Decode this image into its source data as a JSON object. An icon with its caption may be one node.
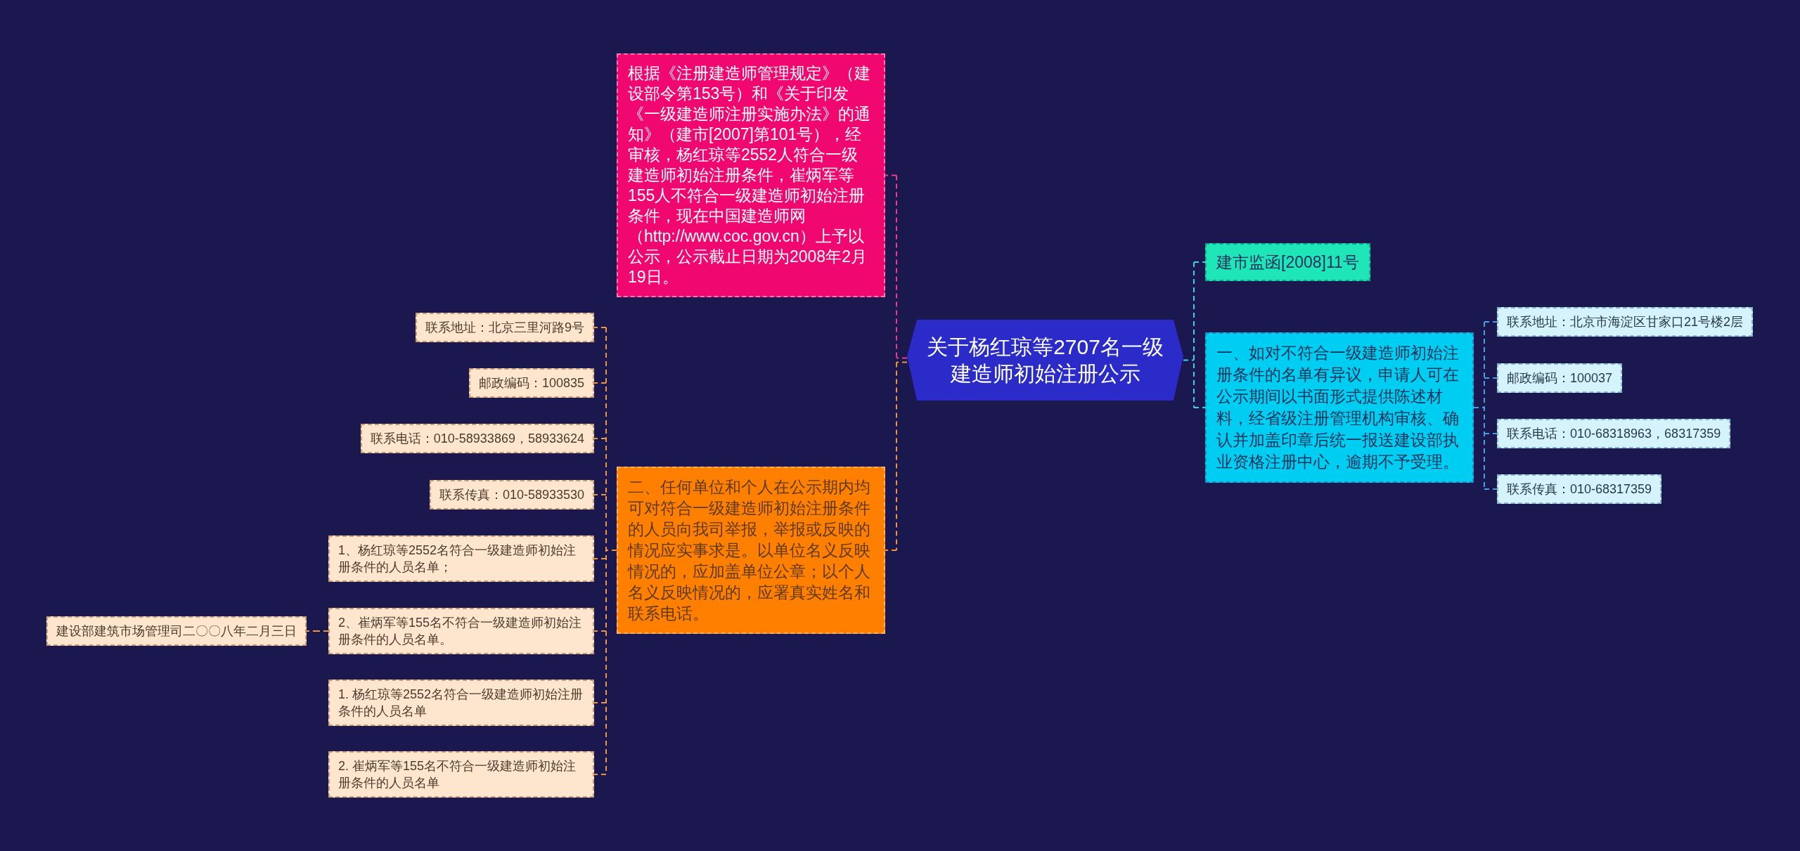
{
  "diagram": {
    "nodes": [
      {
        "text": [
          "关于杨红琼等2707名一级建造师初始注册公示"
        ]
      },
      {
        "text": [
          "根据《注册建造师管理规定》（建设部令第153号）和《关于印发《一级建造师注册实施办法》的通知》（建市[2007]第101号），经审核，杨红琼等2552人符合一级建造师初始注册条件，崔炳军等155人不符合一级建造师初始注册条件，现在中国建造师网（http://www.coc.gov.cn）上予以公示，公示截止日期为2008年2月19日。"
        ]
      },
      {
        "text": [
          "二、任何单位和个人在公示期内均可对符合一级建造师初始注册条件的人员向我司举报，举报或反映的情况应实事求是。以单位名义反映情况的，应加盖单位公章；以个人名义反映情况的，应署真实姓名和联系电话。"
        ]
      },
      {
        "text": [
          "联系地址：北京三里河路9号"
        ]
      },
      {
        "text": [
          "邮政编码：100835"
        ]
      },
      {
        "text": [
          "联系电话：010-58933869，58933624"
        ]
      },
      {
        "text": [
          "联系传真：010-58933530"
        ]
      },
      {
        "text": [
          "1、杨红琼等2552名符合一级建造师初始注册条件的人员名单；"
        ]
      },
      {
        "text": [
          "2、崔炳军等155名不符合一级建造师初始注册条件的人员名单。"
        ]
      },
      {
        "text": [
          "建设部建筑市场管理司二〇〇八年二月三日"
        ]
      },
      {
        "text": [
          "1. 杨红琼等2552名符合一级建造师初始注册条件的人员名单"
        ]
      },
      {
        "text": [
          "2. 崔炳军等155名不符合一级建造师初始注册条件的人员名单"
        ]
      },
      {
        "text": [
          "建市监函[2008]11号"
        ]
      },
      {
        "text": [
          "一、如对不符合一级建造师初始注册条件的名单有异议，申请人可在公示期间以书面形式提供陈述材料，经省级注册管理机构审核、确认并加盖印章后统一报送建设部执业资格注册中心，逾期不予受理。"
        ]
      },
      {
        "text": [
          "联系地址：北京市海淀区甘家口21号楼2层"
        ]
      },
      {
        "text": [
          "邮政编码：100037"
        ]
      },
      {
        "text": [
          "联系电话：010-68318963，68317359"
        ]
      },
      {
        "text": [
          "联系传真：010-68317359"
        ]
      }
    ],
    "edges": [
      {
        "from": 0,
        "to": 1,
        "arrow": "none",
        "style": "dashed",
        "color": "#f23d86"
      },
      {
        "from": 0,
        "to": 2,
        "arrow": "none",
        "style": "dashed"
      },
      {
        "from": 2,
        "to": 3,
        "arrow": "none",
        "style": "dashed"
      },
      {
        "from": 2,
        "to": 4,
        "arrow": "none",
        "style": "dashed"
      },
      {
        "from": 2,
        "to": 5,
        "arrow": "none",
        "style": "dashed"
      },
      {
        "from": 2,
        "to": 6,
        "arrow": "none",
        "style": "dashed"
      },
      {
        "from": 2,
        "to": 7,
        "arrow": "none",
        "style": "dashed"
      },
      {
        "from": 2,
        "to": 8,
        "arrow": "none",
        "style": "dashed"
      },
      {
        "from": 8,
        "to": 9,
        "arrow": "none",
        "style": "dashed"
      },
      {
        "from": 2,
        "to": 10,
        "arrow": "none",
        "style": "dashed"
      },
      {
        "from": 2,
        "to": 11,
        "arrow": "none",
        "style": "dashed"
      },
      {
        "from": 0,
        "to": 12,
        "arrow": "none",
        "style": "dashed",
        "color": "#34d3e6"
      },
      {
        "from": 0,
        "to": 13,
        "arrow": "none",
        "style": "dashed",
        "color": "#34d3e6"
      },
      {
        "from": 13,
        "to": 14,
        "arrow": "none",
        "style": "dashed",
        "color": "#4a9fde"
      },
      {
        "from": 13,
        "to": 15,
        "arrow": "none",
        "style": "dashed",
        "color": "#4a9fde"
      },
      {
        "from": 13,
        "to": 16,
        "arrow": "none",
        "style": "dashed",
        "color": "#4a9fde"
      },
      {
        "from": 13,
        "to": 17,
        "arrow": "none",
        "style": "dashed",
        "color": "#4a9fde"
      }
    ]
  }
}
